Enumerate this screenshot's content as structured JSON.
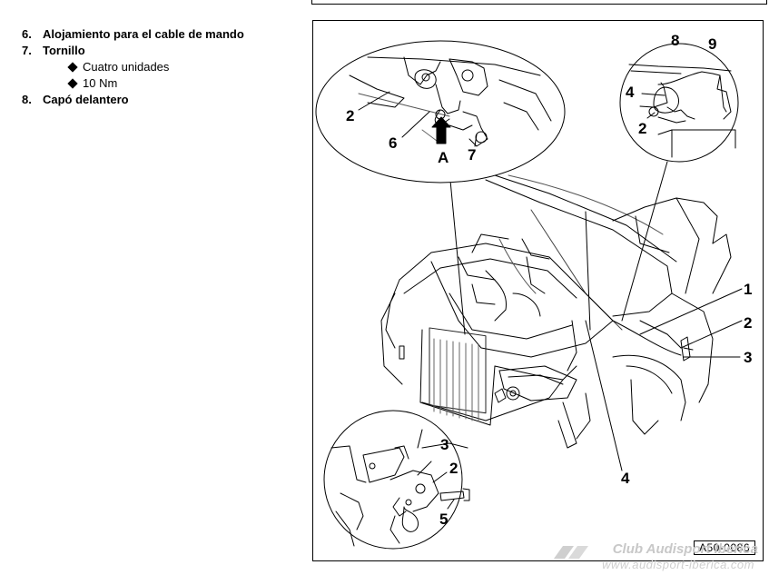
{
  "legend": {
    "item6": {
      "num": "6.",
      "label": "Alojamiento para el cable de mando"
    },
    "item7": {
      "num": "7.",
      "label": "Tornillo"
    },
    "item7_sub1": "Cuatro unidades",
    "item7_sub2": "10 Nm",
    "item8": {
      "num": "8.",
      "label": "Capó delantero"
    }
  },
  "figure": {
    "callouts": {
      "c1": "1",
      "c2": "2",
      "c3": "3",
      "c4": "4",
      "detail_top_left": {
        "c2": "2",
        "c6": "6",
        "cA": "A",
        "c7": "7"
      },
      "detail_top_right": {
        "c8": "8",
        "c9": "9",
        "c4": "4",
        "c2": "2"
      },
      "detail_bottom_left": {
        "c3": "3",
        "c2": "2",
        "c5": "5"
      }
    },
    "code": "A50-0086"
  },
  "watermark": {
    "line1": "Club Audisport Iberica",
    "line2": "www.audisport-iberica.com"
  }
}
